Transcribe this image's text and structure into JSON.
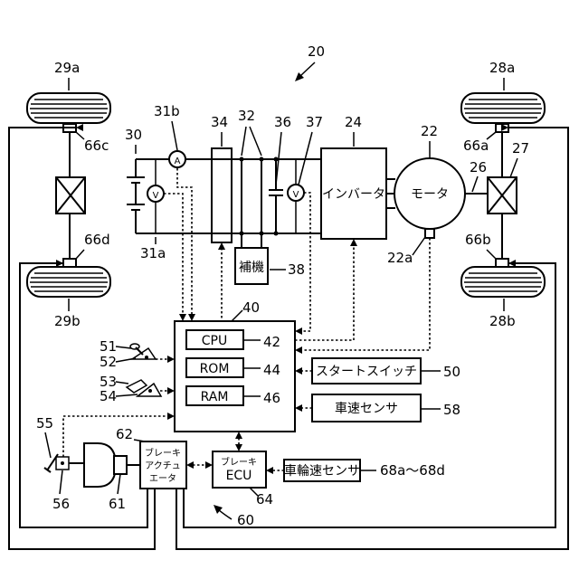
{
  "labels": {
    "system": "20",
    "wheel_fl": "29a",
    "wheel_rl": "29b",
    "wheel_fr": "28a",
    "wheel_rr": "28b",
    "sensor_66c": "66c",
    "sensor_66d": "66d",
    "sensor_66a": "66a",
    "sensor_66b": "66b",
    "battery": "30",
    "ammeter": "31b",
    "voltmeter_batt": "31a",
    "relay": "34",
    "power_lines": "32",
    "capacitor": "36",
    "voltmeter_cap": "37",
    "inverter_ref": "24",
    "motor_ref": "22",
    "motor_sensor": "22a",
    "diff": "27",
    "shaft": "26",
    "aux_ref": "38",
    "ecu_ref": "40",
    "cpu_ref": "42",
    "rom_ref": "44",
    "ram_ref": "46",
    "start_ref": "50",
    "speed_ref": "58",
    "shift_lever": "51",
    "shift_sensor": "52",
    "accel_pedal": "53",
    "accel_sensor": "54",
    "brake_pedal": "55",
    "brake_sensor": "56",
    "master_cyl": "61",
    "actuator_ref": "62",
    "brake_system": "60",
    "brake_ecu_ref": "64",
    "wheel_sensors_ref": "68a～68d"
  },
  "blocks": {
    "inverter": "インバータ",
    "motor": "モータ",
    "aux": "補機",
    "cpu": "CPU",
    "rom": "ROM",
    "ram": "RAM",
    "start_switch": "スタートスイッチ",
    "vehicle_speed": "車速センサ",
    "actuator_l1": "ブレーキ",
    "actuator_l2": "アクチュ",
    "actuator_l3": "エータ",
    "brake_ecu_l1": "ブレーキ",
    "brake_ecu_l2": "ECU",
    "wheel_speed": "車輪速センサ"
  },
  "meters": {
    "ammeter": "A",
    "voltmeter": "V"
  }
}
